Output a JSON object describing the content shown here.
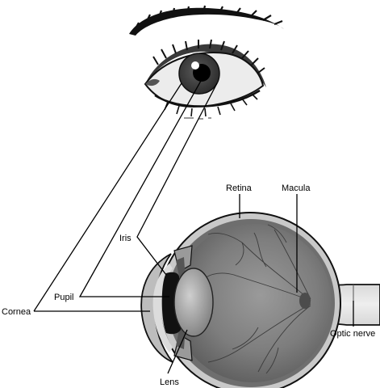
{
  "labels": {
    "retina": "Retina",
    "macula": "Macula",
    "iris": "Iris",
    "pupil": "Pupil",
    "cornea": "Cornea",
    "lens": "Lens",
    "optic_nerve": "Optic nerve"
  },
  "icons": {
    "eyebrow": "eyebrow-icon",
    "front_eye": "front-eye-icon",
    "eyeball_cross_section": "eyeball-cross-section-icon"
  }
}
